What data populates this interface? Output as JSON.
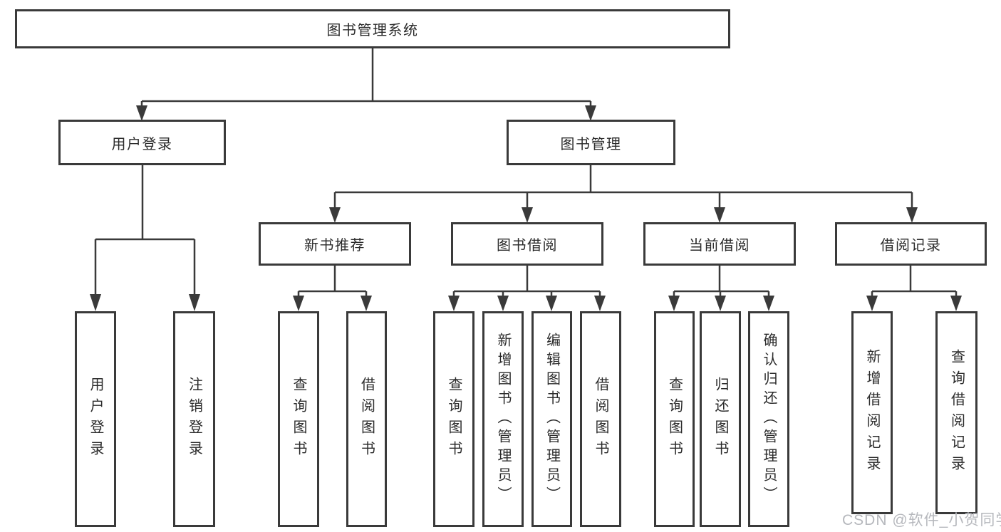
{
  "diagram_title": "图书管理系统",
  "nodes": {
    "root": "图书管理系统",
    "level2": [
      "用户登录",
      "图书管理"
    ],
    "level3": [
      "新书推荐",
      "图书借阅",
      "当前借阅",
      "借阅记录"
    ],
    "leaves": {
      "user_login": [
        "用户登录",
        "注销登录"
      ],
      "new_book_recommend": [
        "查询图书",
        "借阅图书"
      ],
      "book_borrow": [
        "查询图书",
        "新增图书（管理员）",
        "编辑图书（管理员）",
        "借阅图书"
      ],
      "current_borrow": [
        "查询图书",
        "归还图书",
        "确认归还（管理员）"
      ],
      "borrow_record": [
        "新增借阅记录",
        "查询借阅记录"
      ]
    }
  },
  "watermark": "CSDN @软件_小贺同学",
  "colors": {
    "line": "#3a3a3a",
    "text": "#2b2b2b",
    "watermark_text": "#b6b8bd",
    "background": "#ffffff"
  }
}
